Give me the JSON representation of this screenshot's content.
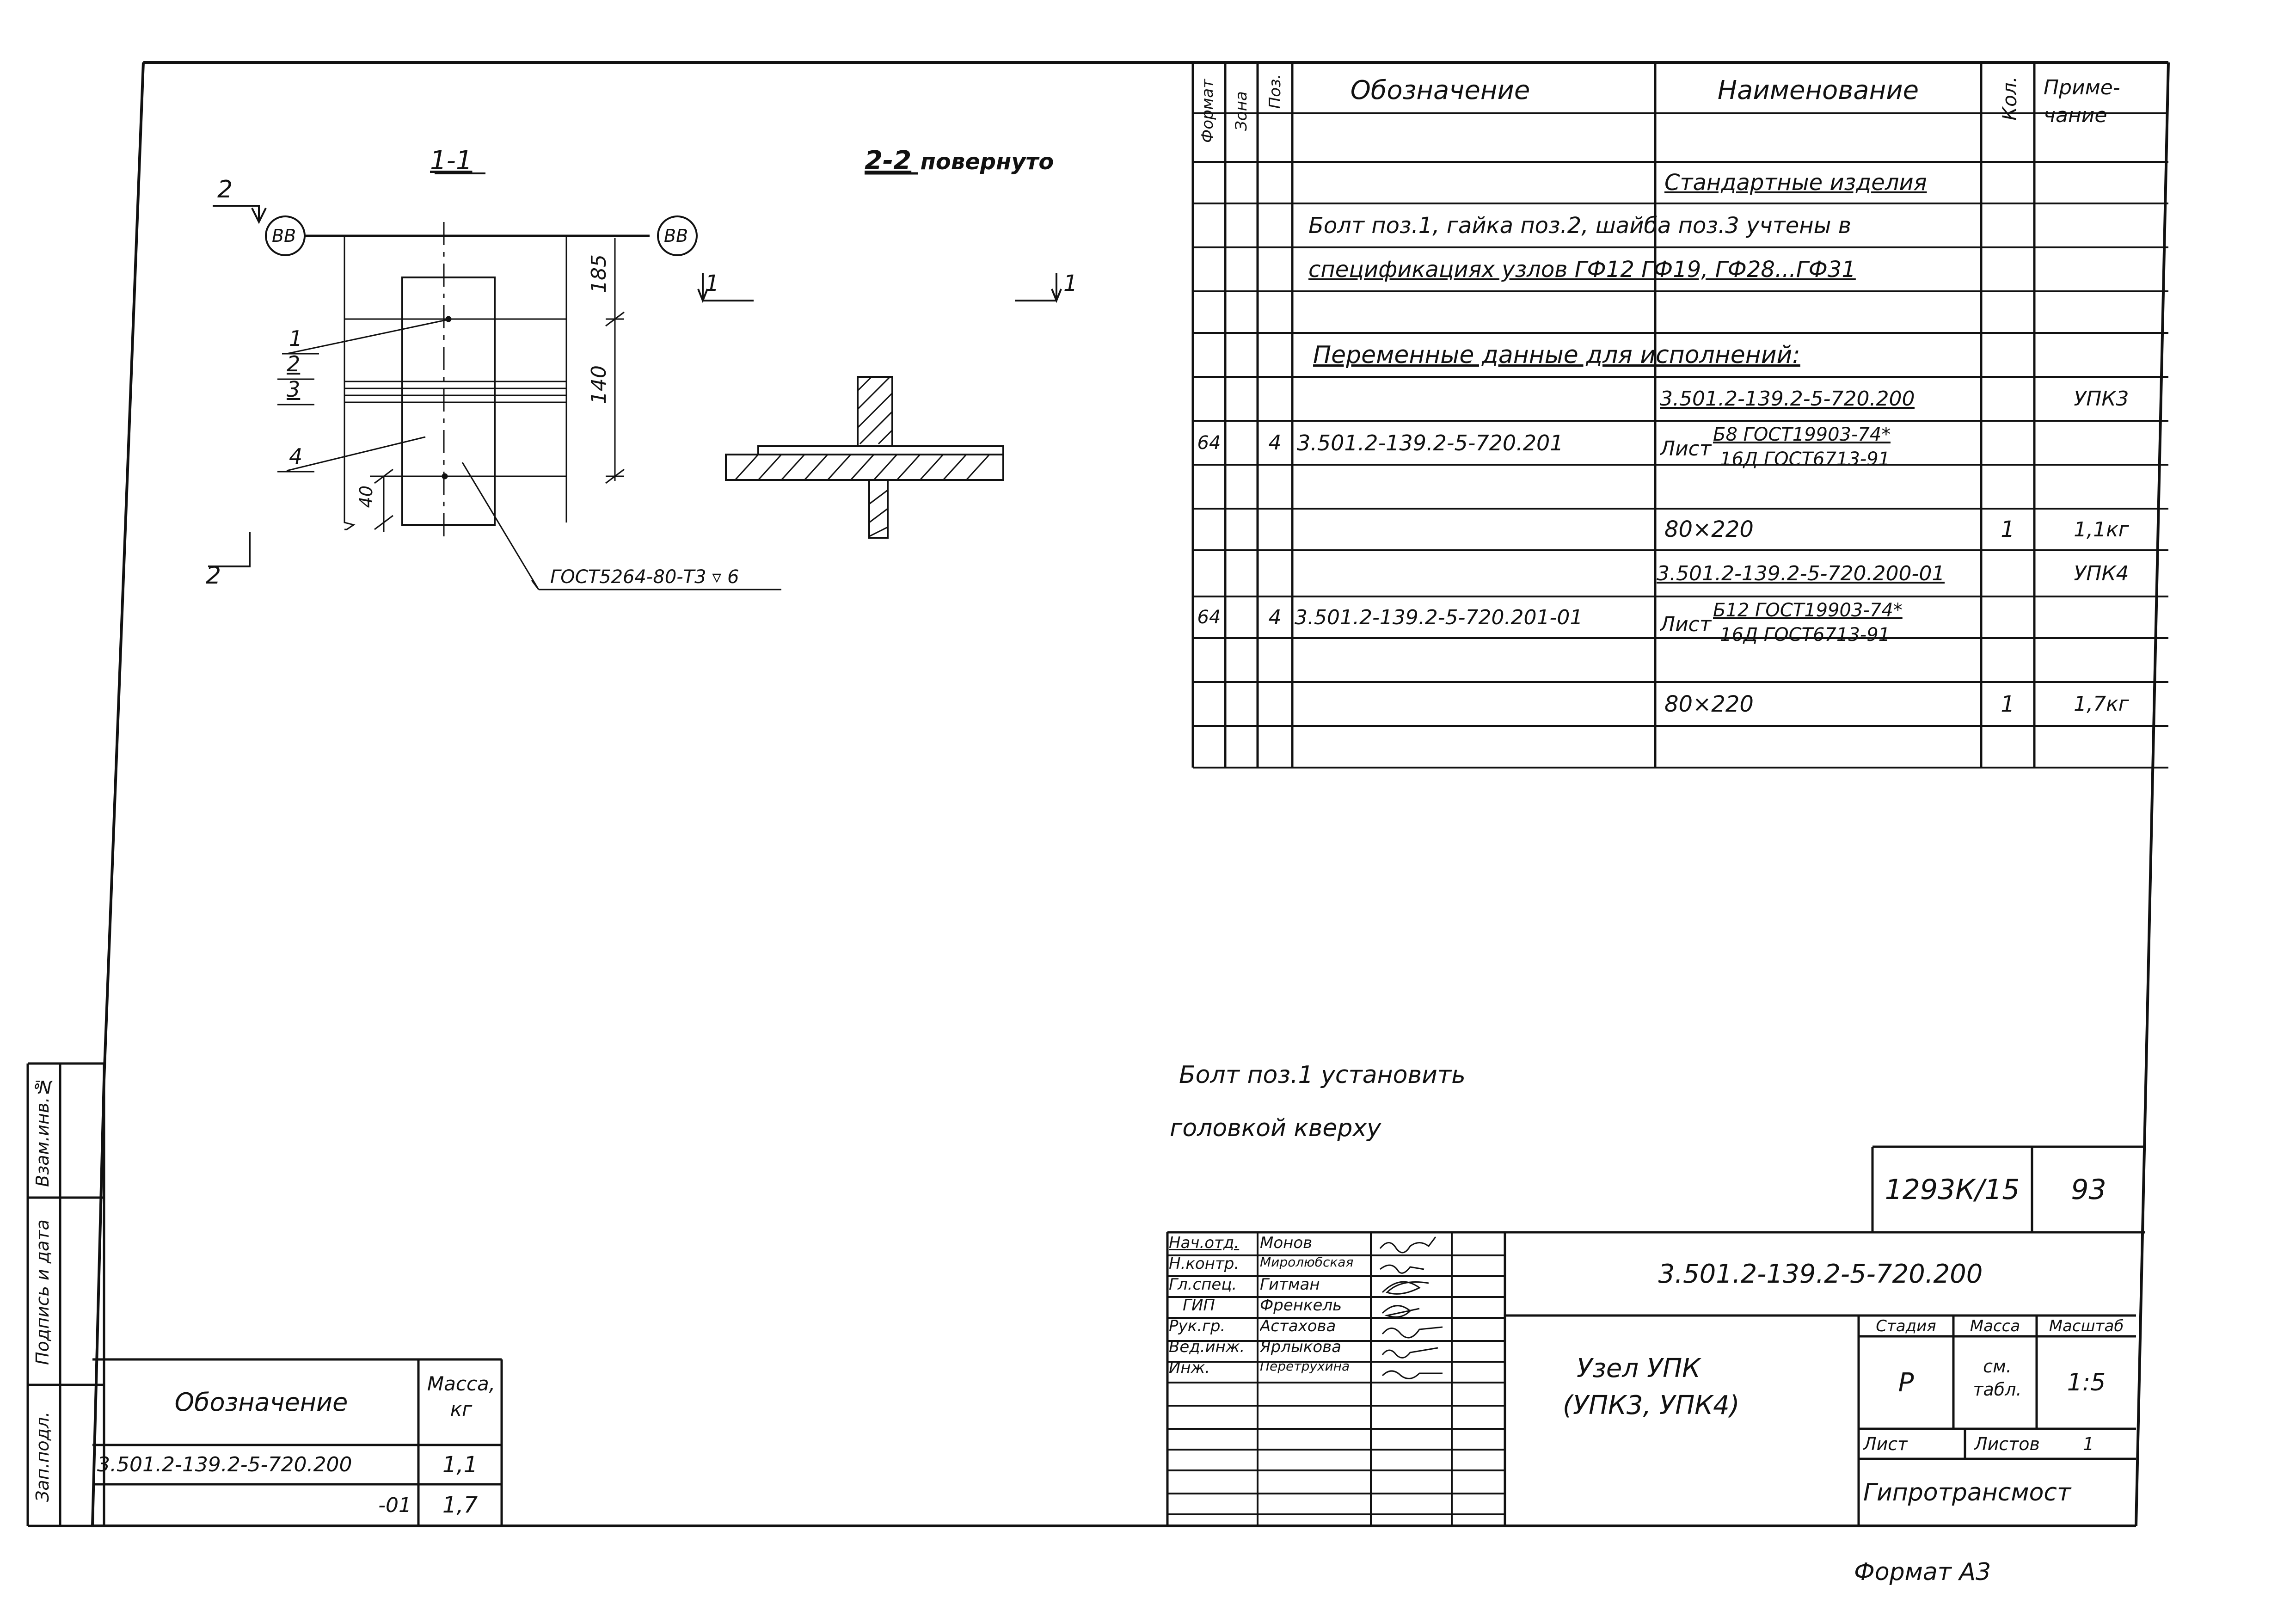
{
  "drawing": {
    "section_1_1": "1-1",
    "section_2_2": "2-2",
    "section_2_2_suffix": "повернуто",
    "cut_label_2": "2",
    "cut_label_1": "1",
    "axis_bubble": "ВВ",
    "positions": [
      "1",
      "2",
      "3",
      "4"
    ],
    "dim_185": "185",
    "dim_140": "140",
    "dim_40": "40",
    "weld_note": "ГОСТ5264-80-Т3",
    "weld_size": "6"
  },
  "spec": {
    "headers": {
      "format": "Формат",
      "zone": "Зона",
      "pos": "Поз.",
      "designation": "Обозначение",
      "name": "Наименование",
      "qty": "Кол.",
      "note_1": "Приме-",
      "note_2": "чание"
    },
    "section_standard": "Стандартные изделия",
    "note_line_1": "Болт поз.1, гайка поз.2, шайба поз.3 учтены в",
    "note_line_2": "спецификациях узлов ГФ12  ГФ19, ГФ28...ГФ31",
    "variable_data": "Переменные данные для исполнений:",
    "rows": [
      {
        "name": "3.501.2-139.2-5-720.200",
        "note": "УПК3"
      },
      {
        "format": "64",
        "pos": "4",
        "designation": "3.501.2-139.2-5-720.201",
        "name_prefix": "Лист",
        "name_top": "Б8 ГОСТ19903-74*",
        "name_bottom": "16Д ГОСТ6713-91"
      },
      {
        "name": "80×220",
        "qty": "1",
        "note": "1,1кг"
      },
      {
        "name": "3.501.2-139.2-5-720.200-01",
        "note": "УПК4"
      },
      {
        "format": "64",
        "pos": "4",
        "designation": "3.501.2-139.2-5-720.201-01",
        "name_prefix": "Лист",
        "name_top": "Б12 ГОСТ19903-74*",
        "name_bottom": "16Д ГОСТ6713-91"
      },
      {
        "name": "80×220",
        "qty": "1",
        "note": "1,7кг"
      }
    ]
  },
  "install_note_line_1": "Болт поз.1 установить",
  "install_note_line_2": "головкой кверху",
  "stamp_top": {
    "number": "1293К/15",
    "sheet": "93"
  },
  "title_block": {
    "roles": [
      "Нач.отд.",
      "Н.контр.",
      "Гл.спец.",
      "ГИП",
      "Рук.гр.",
      "Вед.инж.",
      "Инж."
    ],
    "names": [
      "Монов",
      "Миролюбская",
      "Гитман",
      "Френкель",
      "Астахова",
      "Ярлыкова",
      "Перетрухина"
    ],
    "document_code": "3.501.2-139.2-5-720.200",
    "title_line_1": "Узел УПК",
    "title_line_2": "(УПК3, УПК4)",
    "stage_label": "Стадия",
    "mass_label": "Масса",
    "scale_label": "Масштаб",
    "stage": "Р",
    "mass_value_1": "см.",
    "mass_value_2": "табл.",
    "scale": "1:5",
    "sheet_label": "Лист",
    "sheets_label": "Листов",
    "sheets_value": "1",
    "organization": "Гипротрансмост"
  },
  "mass_table": {
    "header_designation": "Обозначение",
    "header_mass_1": "Масса,",
    "header_mass_2": "кг",
    "rows": [
      {
        "designation": "3.501.2-139.2-5-720.200",
        "mass": "1,1"
      },
      {
        "designation": "-01",
        "mass": "1,7"
      }
    ]
  },
  "side_stamp": [
    "Взам.инв.№",
    "Подпись и дата",
    "Зап.подл."
  ],
  "format_label": "Формат А3"
}
